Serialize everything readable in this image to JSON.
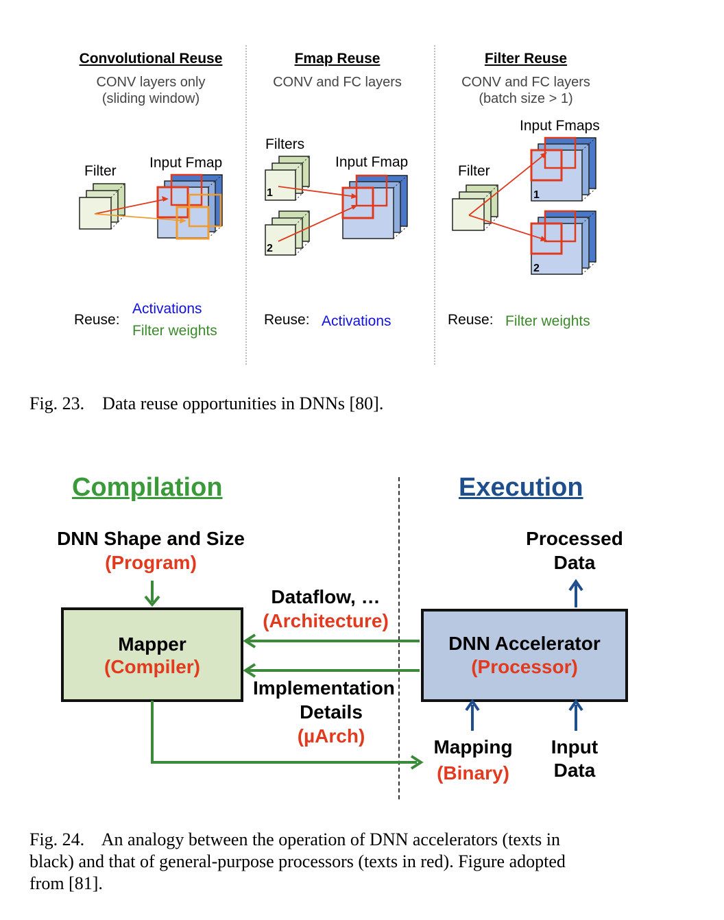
{
  "fig23": {
    "panels": [
      {
        "title": "Convolutional Reuse",
        "subtitle_line1": "CONV layers only",
        "subtitle_line2": "(sliding window)",
        "filter_label": "Filter",
        "fmap_label": "Input Fmap",
        "reuse_label": "Reuse:",
        "reuse_item1": "Activations",
        "reuse_item2": "Filter weights"
      },
      {
        "title": "Fmap Reuse",
        "subtitle_line1": "CONV and FC layers",
        "filter_label": "Filters",
        "fmap_label": "Input Fmap",
        "filter_num1": "1",
        "filter_num2": "2",
        "reuse_label": "Reuse:",
        "reuse_item1": "Activations"
      },
      {
        "title": "Filter Reuse",
        "subtitle_line1": "CONV and FC layers",
        "subtitle_line2": "(batch size > 1)",
        "filter_label": "Filter",
        "fmap_label": "Input Fmaps",
        "fmap_num1": "1",
        "fmap_num2": "2",
        "reuse_label": "Reuse:",
        "reuse_item1": "Filter weights"
      }
    ],
    "caption": "Fig. 23.    Data reuse opportunities in DNNs [80]."
  },
  "fig24": {
    "compilation_title": "Compilation",
    "execution_title": "Execution",
    "dnn_shape": "DNN Shape and Size",
    "program": "(Program)",
    "mapper": "Mapper",
    "compiler": "(Compiler)",
    "dataflow": "Dataflow, …",
    "architecture": "(Architecture)",
    "implementation": "Implementation",
    "details": "Details",
    "uarch": "(µArch)",
    "accelerator": "DNN Accelerator",
    "processor": "(Processor)",
    "processed": "Processed",
    "processed_data": "Data",
    "mapping": "Mapping",
    "binary": "(Binary)",
    "input": "Input",
    "input_data": "Data",
    "caption_line1": "Fig. 24.    An analogy between the operation of DNN accelerators (texts in",
    "caption_line2": "black) and that of general-purpose processors (texts in red). Figure adopted",
    "caption_line3": "from [81]."
  },
  "colors": {
    "green_title": "#3a9a3a",
    "blue_title": "#1f4e8c",
    "red_text": "#e23a1e",
    "mapper_fill": "#d8e6c6",
    "accelerator_fill": "#b9c8e1",
    "arrow_green": "#3a8a3a",
    "arrow_blue": "#1f4e8c"
  }
}
